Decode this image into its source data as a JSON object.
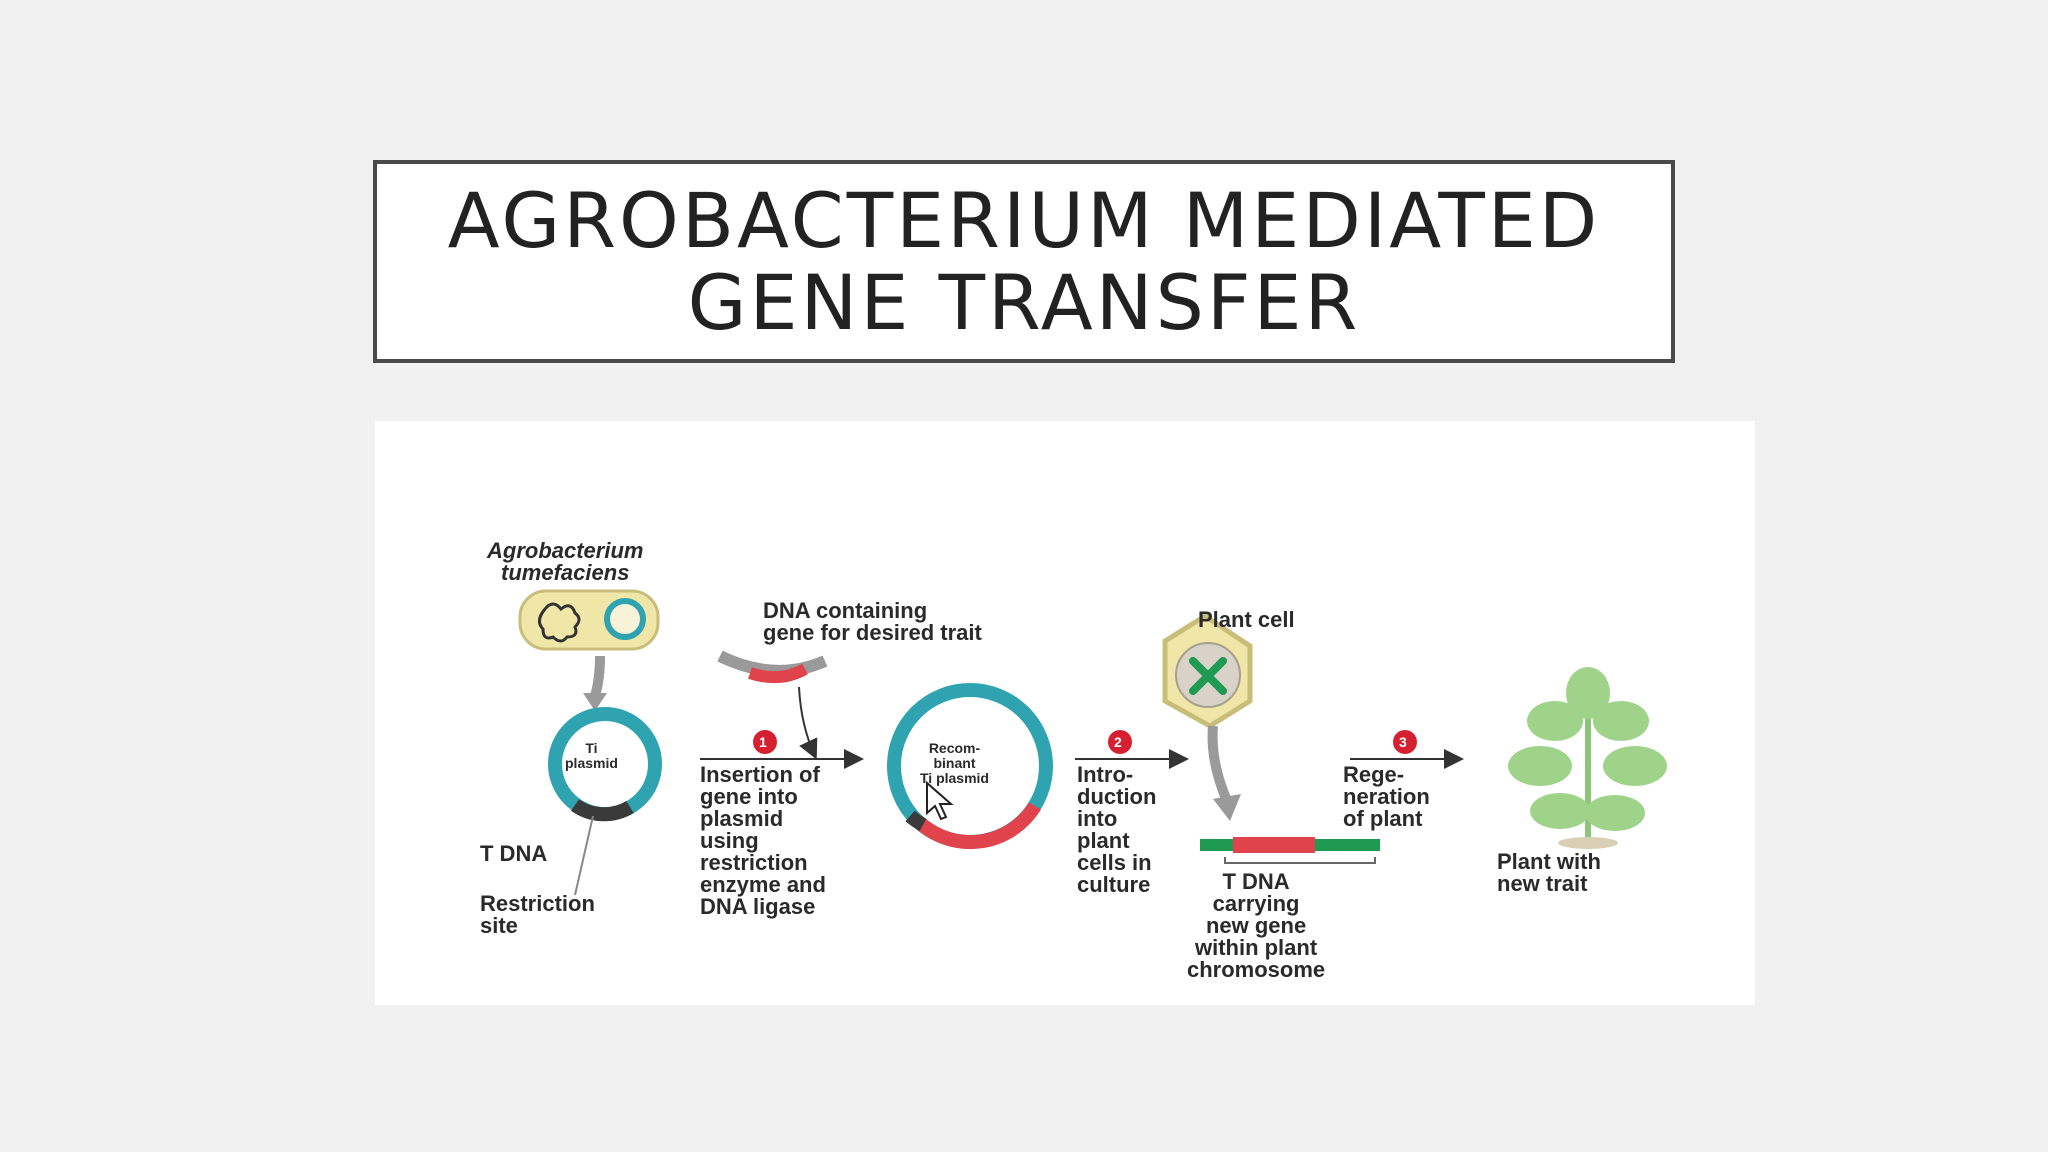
{
  "slide": {
    "title_line1": "AGROBACTERIUM MEDIATED",
    "title_line2": "GENE TRANSFER"
  },
  "figure": {
    "agrobacterium": "Agrobacterium\ntumefaciens",
    "dna_containing": "DNA containing\ngene for desired trait",
    "ti_plasmid": "Ti\nplasmid",
    "t_dna": "T DNA",
    "restriction_site": "Restriction\nsite",
    "step1_number": "1",
    "step1_text": "Insertion of\ngene into\nplasmid\nusing\nrestriction\nenzyme and\nDNA ligase",
    "recombinant": "Recom-\nbinant\nTi plasmid",
    "step2_number": "2",
    "step2_text": "Intro-\nduction\ninto\nplant\ncells in\nculture",
    "plant_cell": "Plant cell",
    "t_dna_carrying": "T DNA\ncarrying\nnew gene\nwithin plant\nchromosome",
    "step3_number": "3",
    "step3_text": "Rege-\nneration\nof plant",
    "plant_with": "Plant with\nnew trait"
  },
  "colors": {
    "plasmid_ring": "#2fa3b0",
    "insert_red": "#e0434b",
    "step_badge": "#d42030",
    "cell_fill": "#efe6a8",
    "plant_green": "#9fd38a",
    "chromosome_green": "#1f9a52"
  }
}
